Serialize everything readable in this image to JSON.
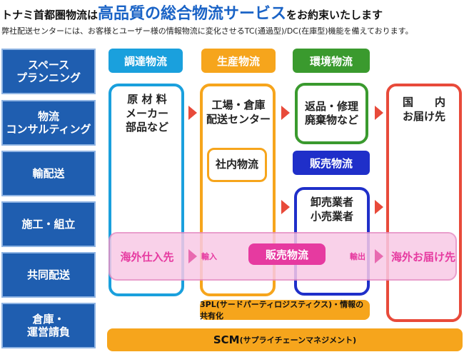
{
  "header": {
    "title_prefix": "トナミ首都圏物流は",
    "title_highlight": "高品質の総合物流サービス",
    "title_suffix": "をお約束いたします",
    "subtitle": "弊社配送センターには、お客様とユーザー様の情報物流に変化させるTC(通過型)/DC(在庫型)機能を備えております。"
  },
  "services": [
    "スペース\nプランニング",
    "物流\nコンサルティング",
    "輸配送",
    "施工・組立",
    "共同配送",
    "倉庫・\n運営請負"
  ],
  "categories": {
    "procurement": "調達物流",
    "production": "生産物流",
    "environment": "環境物流",
    "sales": "販売物流"
  },
  "nodes": {
    "raw_materials": "原 材 料\nメーカー\n部品など",
    "factory": "工場・倉庫\n配送センター",
    "in_house": "社内物流",
    "returns": "返品・修理\n廃棄物など",
    "domestic": "国　　内\nお届け先",
    "wholesale": "卸売業者\n小売業者"
  },
  "overseas": {
    "import_source": "海外仕入先",
    "import_label": "輸入",
    "sales": "販売物流",
    "export_label": "輸出",
    "export_dest": "海外お届け先"
  },
  "bottom": {
    "tpl": "3PL(サードパーティロジスティクス)・情報の共有化",
    "scm_main": "SCM",
    "scm_sub": "(サプライチェーンマネジメント)"
  },
  "colors": {
    "procurement": "#1aa0dd",
    "production": "#f6a51c",
    "environment": "#3a9a2e",
    "sales": "#1f2fc9",
    "domestic": "#e84a3a",
    "overseas_band": "#f9c9e6",
    "overseas_accent": "#e63aa0",
    "services": "#1f5eb0"
  }
}
